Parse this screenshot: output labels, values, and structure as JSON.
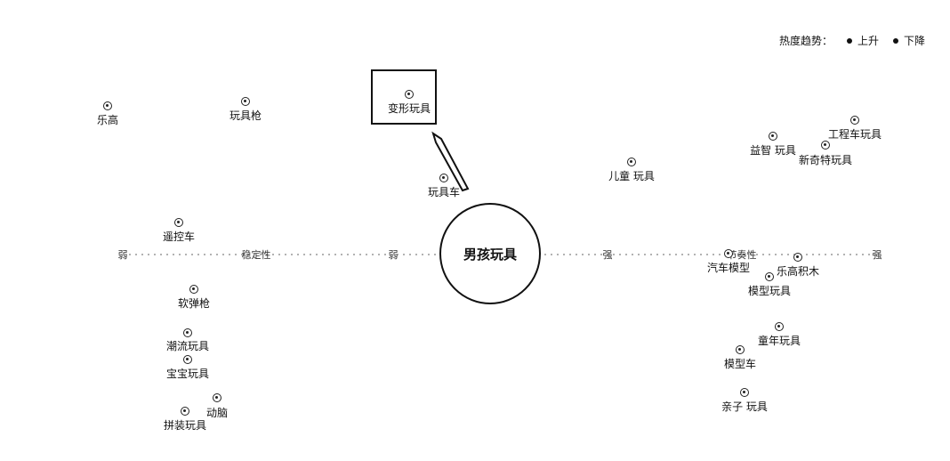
{
  "legend": {
    "title": "热度趋势：",
    "up": "上升",
    "down": "下降"
  },
  "center": {
    "label": "男孩玩具"
  },
  "axis": {
    "far_left": "弱",
    "mid_left": "稳定性",
    "near_left": "弱",
    "near_right": "强",
    "mid_right": "节奏性",
    "far_right": "强"
  },
  "nodes": [
    {
      "id": "lego",
      "label": "乐高"
    },
    {
      "id": "toy-gun",
      "label": "玩具枪"
    },
    {
      "id": "transform-toy",
      "label": "变形玩具"
    },
    {
      "id": "toy-car",
      "label": "玩具车"
    },
    {
      "id": "rc-car",
      "label": "遥控车"
    },
    {
      "id": "soft-bullet-gun",
      "label": "软弹枪"
    },
    {
      "id": "trendy-toy",
      "label": "潮流玩具"
    },
    {
      "id": "baby-toy",
      "label": "宝宝玩具"
    },
    {
      "id": "brain",
      "label": "动脑"
    },
    {
      "id": "assembly-toy",
      "label": "拼装玩具"
    },
    {
      "id": "kids-toy",
      "label": "儿童 玩具"
    },
    {
      "id": "educational-toy",
      "label": "益智 玩具"
    },
    {
      "id": "engineering-toy",
      "label": "工程车玩具"
    },
    {
      "id": "novelty-toy",
      "label": "新奇特玩具"
    },
    {
      "id": "car-model",
      "label": "汽车模型"
    },
    {
      "id": "lego-blocks",
      "label": "乐高积木"
    },
    {
      "id": "model-toy",
      "label": "模型玩具"
    },
    {
      "id": "childhood-toy",
      "label": "童年玩具"
    },
    {
      "id": "model-car",
      "label": "模型车"
    },
    {
      "id": "parent-child-toy",
      "label": "亲子 玩具"
    }
  ]
}
